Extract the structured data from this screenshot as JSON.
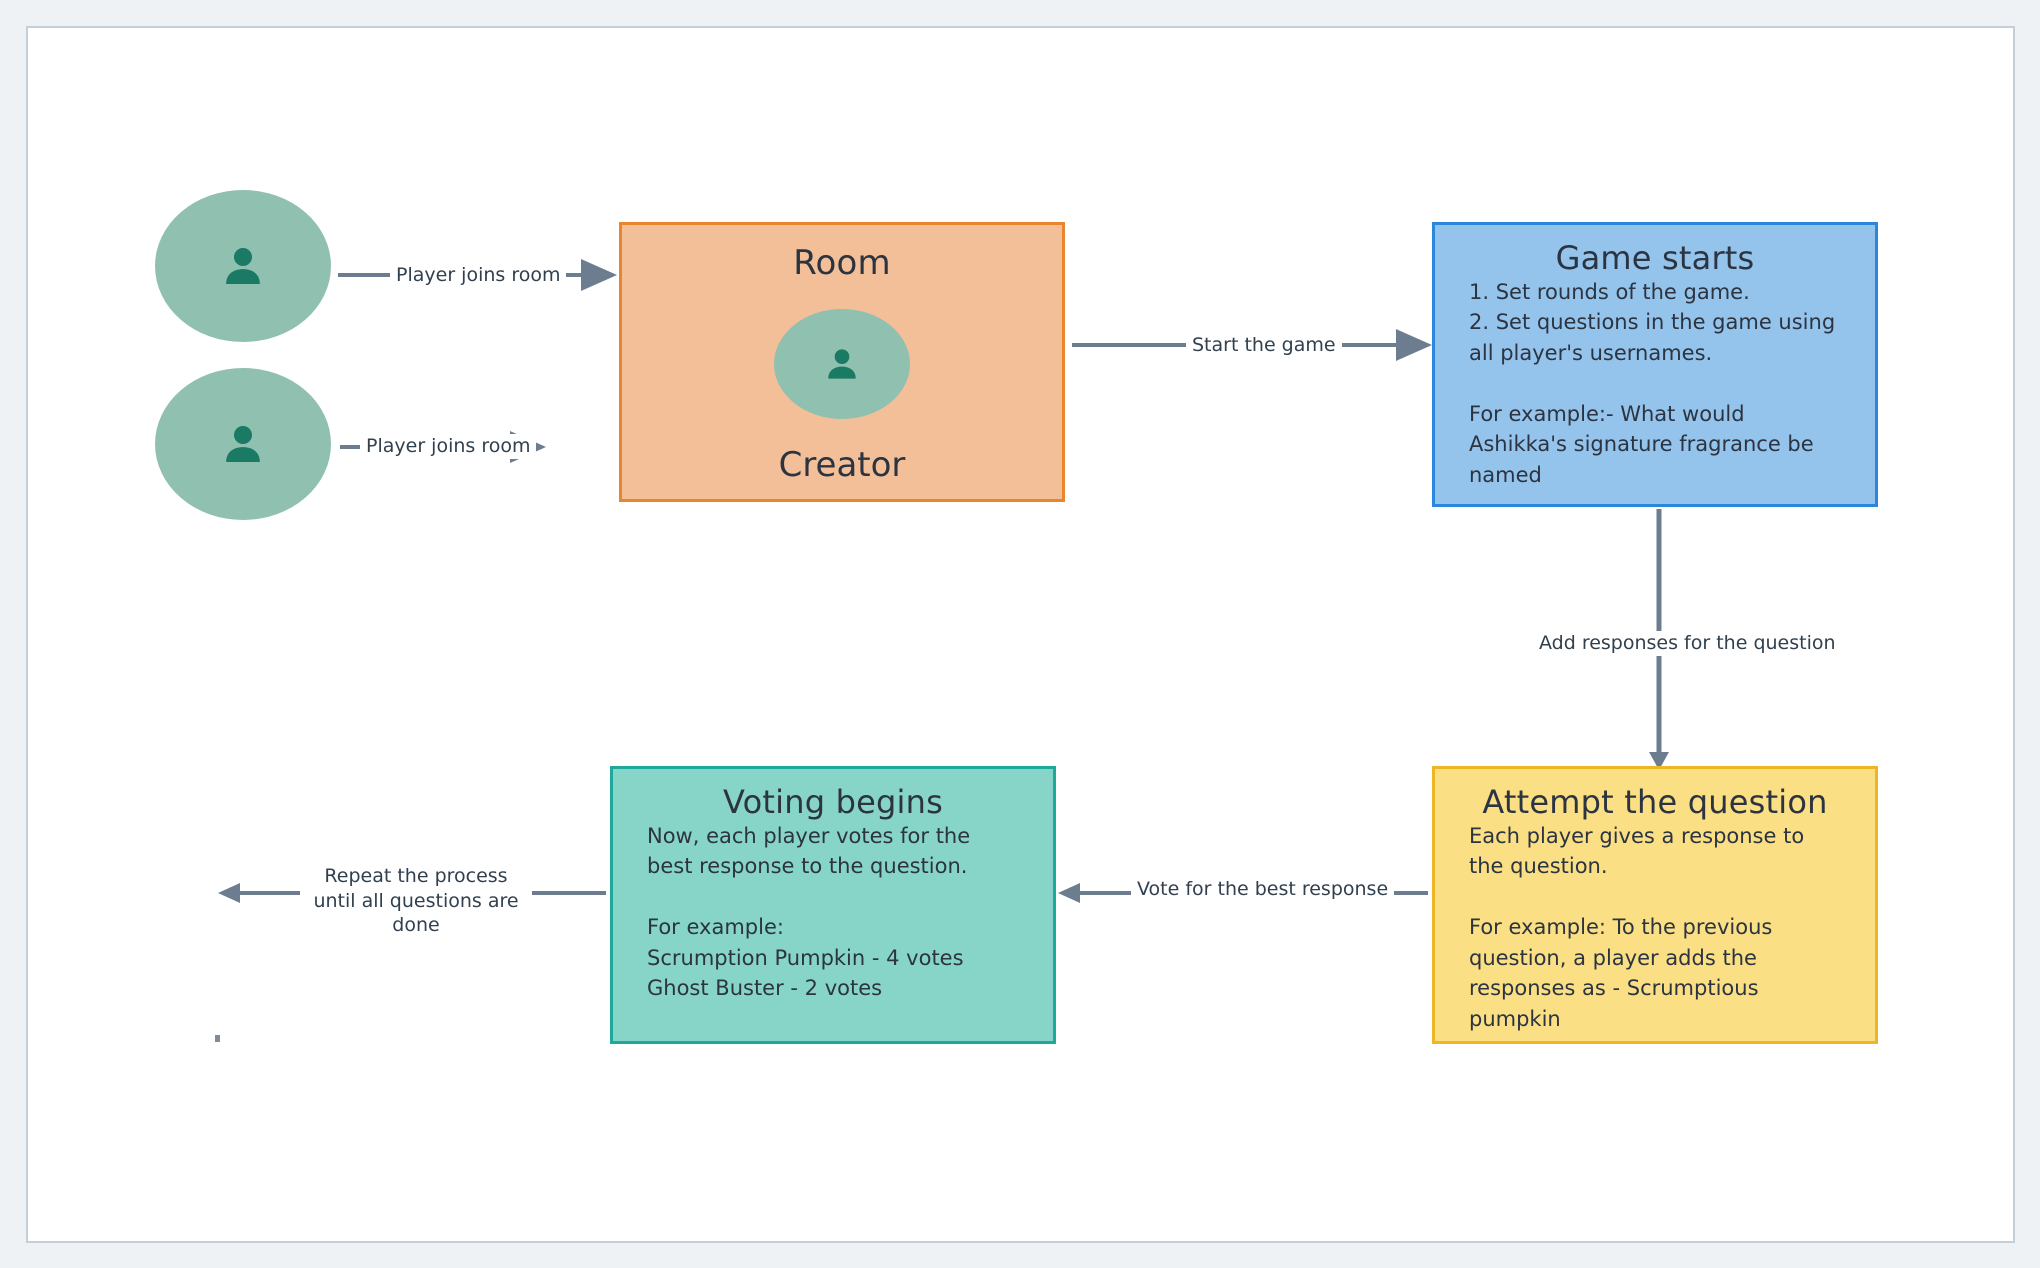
{
  "diagram": {
    "title": "Game room flow diagram",
    "colors": {
      "page_background": "#eff2f5",
      "panel_background": "#ffffff",
      "panel_border": "#c3cfdb",
      "avatar_fill": "#90c0b0",
      "avatar_icon": "#1b7a64",
      "room_fill": "#f3bf98",
      "room_border": "#e8862f",
      "game_fill": "#94c3ec",
      "game_border": "#2b87db",
      "attempt_fill": "#fadf84",
      "attempt_border": "#eeb625",
      "voting_fill": "#87d5c8",
      "voting_border": "#1fa99a",
      "connector": "#6d7d90",
      "text": "#2b3440"
    },
    "players": [
      {
        "icon": "person-icon",
        "label": ""
      },
      {
        "icon": "person-icon",
        "label": ""
      }
    ],
    "nodes": {
      "room": {
        "title": "Room",
        "avatar_icon": "person-icon",
        "subtitle": "Creator"
      },
      "game_starts": {
        "title": "Game starts",
        "body": "1. Set rounds of the game.\n2. Set questions in the game using all player's usernames.\n\nFor example:- What would Ashikka's signature fragrance be named"
      },
      "attempt_question": {
        "title": "Attempt the question",
        "body": "Each player gives a response to the question.\n\nFor example: To the previous question, a player adds the responses as - Scrumptious pumpkin"
      },
      "voting_begins": {
        "title": "Voting begins",
        "body": "Now, each player votes for the best response to the question.\n\nFor example:\nScrumption Pumpkin - 4 votes\nGhost Buster - 2 votes"
      }
    },
    "edges": {
      "join_1": "Player joins room",
      "join_2": "Player joins room",
      "start_game": "Start the game",
      "add_responses": "Add responses for the question",
      "vote_best": "Vote for the best response",
      "repeat": "Repeat the process\nuntil all questions are done"
    }
  }
}
